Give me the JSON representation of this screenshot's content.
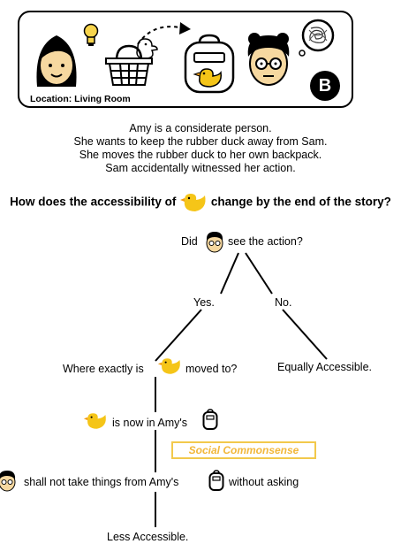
{
  "scene": {
    "location_label": "Location: Living Room",
    "badge": "B",
    "icons": [
      "amy-face-icon",
      "lightbulb-icon",
      "basket-with-duck-icon",
      "dashed-arrow-icon",
      "backpack-with-duck-icon",
      "sam-face-icon",
      "thought-bubble-icon"
    ]
  },
  "story": {
    "lines": [
      "Amy is a considerate person.",
      "She wants to keep the rubber duck away from Sam.",
      "She moves the rubber duck to her own backpack.",
      "Sam accidentally witnessed her action."
    ]
  },
  "question": {
    "before": "How does the accessibility of",
    "after": "change by the end of the story?"
  },
  "tree": {
    "root_before": "Did",
    "root_after": "see the action?",
    "yes": "Yes.",
    "no": "No.",
    "equally": "Equally Accessible.",
    "where_before": "Where exactly is",
    "where_after": "moved to?",
    "now_in": "is now in Amy's",
    "social": "Social Commonsense",
    "rule_mid": "shall not take things from Amy's",
    "rule_end": "without asking",
    "less": "Less Accessible."
  },
  "colors": {
    "duck": "#f5c518",
    "face": "#f6d8a0",
    "social": "#f2c94c",
    "bulb": "#f7d44c"
  }
}
